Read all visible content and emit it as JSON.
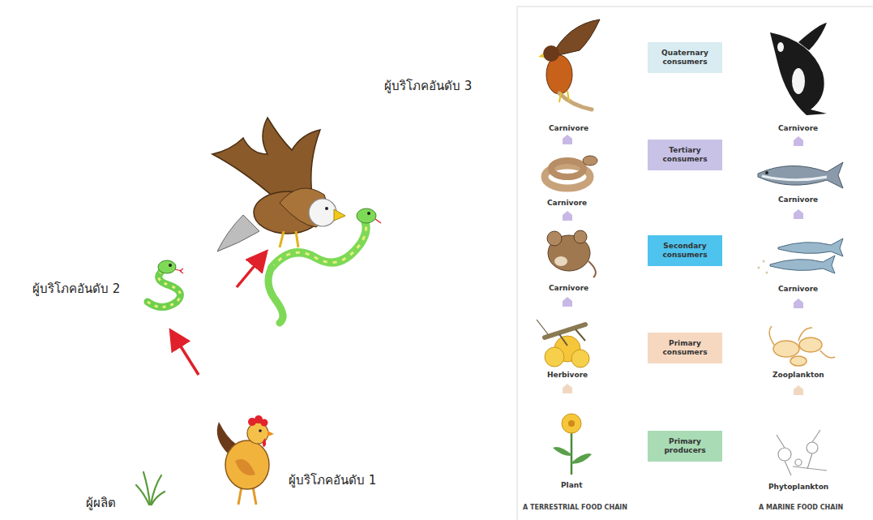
{
  "diagram": {
    "nodes": [
      {
        "text": [
          "Quaternary consumers"
        ]
      },
      {
        "text": [
          "Tertiary consumers"
        ]
      },
      {
        "text": [
          "Secondary consumers"
        ]
      },
      {
        "text": [
          "Primary consumers"
        ]
      },
      {
        "text": [
          "Primary producers"
        ]
      }
    ],
    "labels": [
      "ผู้บริโภคอันดับ 3",
      "ผู้บริโภคอันดับ 2",
      "ผู้บริโภคอันดับ 1",
      "ผู้ผลิต",
      "Carnivore",
      "Carnivore",
      "Carnivore",
      "Carnivore",
      "Carnivore",
      "Carnivore",
      "Herbivore",
      "Zooplankton",
      "Plant",
      "Phytoplankton",
      "A TERRESTRIAL FOOD CHAIN",
      "A MARINE FOOD CHAIN"
    ]
  }
}
